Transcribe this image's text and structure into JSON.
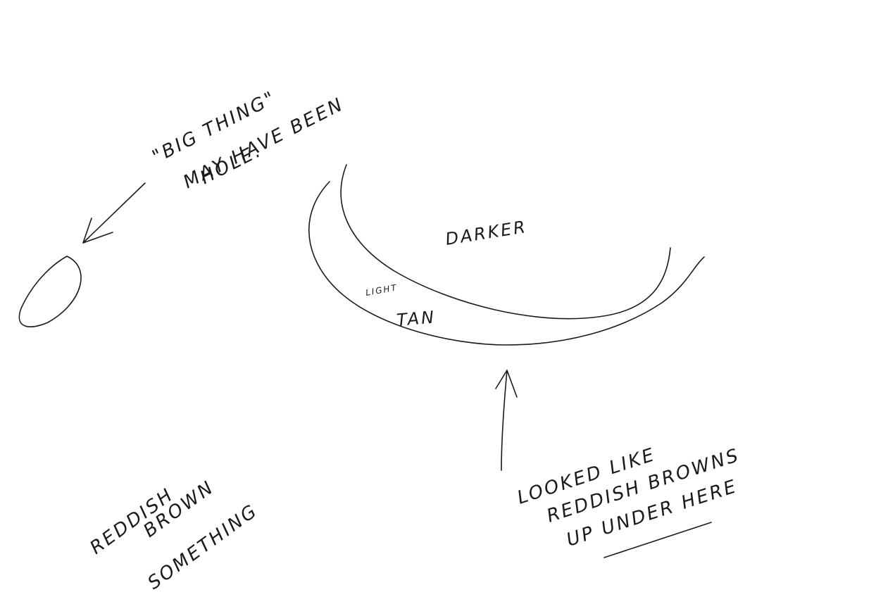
{
  "notes": {
    "top_note": [
      "\"BIG THING\"",
      "MAY HAVE BEEN",
      "HOLE."
    ],
    "center_label": "DARKER",
    "light_label": "LIGHT",
    "tan_label": "TAN",
    "bottom_left_note": [
      "REDDISH",
      "BROWN",
      "SOMETHING"
    ],
    "bottom_right_note": [
      "LOOKED LIKE",
      "REDDISH BROWNS",
      "UP UNDER HERE"
    ]
  },
  "colors": {
    "ink": "#1a1a1a",
    "paper": "#ffffff"
  }
}
